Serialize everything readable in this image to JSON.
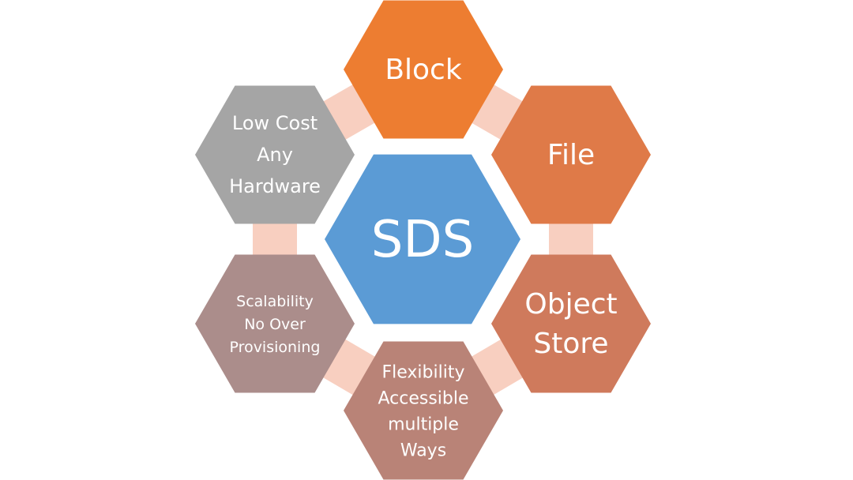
{
  "diagram": {
    "center": {
      "label": "SDS",
      "color": "#5b9bd5"
    },
    "nodes": [
      {
        "id": "block",
        "lines": [
          "Block"
        ],
        "color": "#ed7d31"
      },
      {
        "id": "file",
        "lines": [
          "File"
        ],
        "color": "#df7a48"
      },
      {
        "id": "object-store",
        "lines": [
          "Object",
          "Store"
        ],
        "color": "#cf7a5c"
      },
      {
        "id": "flexibility",
        "lines": [
          "Flexibility",
          "Accessible",
          "multiple",
          "Ways"
        ],
        "color": "#b98377"
      },
      {
        "id": "scalability",
        "lines": [
          "Scalability",
          "No Over",
          "Provisioning"
        ],
        "color": "#ab8d8b"
      },
      {
        "id": "low-cost",
        "lines": [
          "Low Cost",
          "Any",
          "Hardware"
        ],
        "color": "#a5a5a5"
      }
    ],
    "connector_color": "#f8cfc0"
  }
}
